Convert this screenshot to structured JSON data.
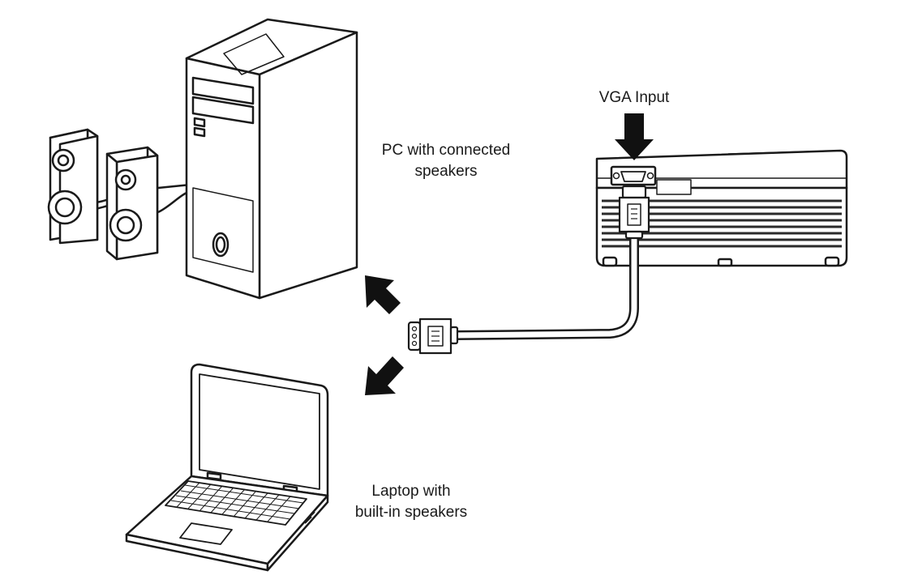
{
  "labels": {
    "vga_input": "VGA Input",
    "pc_line1": "PC with connected",
    "pc_line2": "speakers",
    "laptop_line1": "Laptop with",
    "laptop_line2": "built-in speakers"
  },
  "colors": {
    "stroke": "#1a1a1a",
    "fill": "#ffffff",
    "arrow": "#111111",
    "grille": "#2a2a2a"
  },
  "icons": {
    "pc": "desktop-tower-icon",
    "speakers": "speaker-pair-icon",
    "laptop": "laptop-icon",
    "projector": "projector-icon",
    "vga_plug": "vga-plug-icon"
  }
}
